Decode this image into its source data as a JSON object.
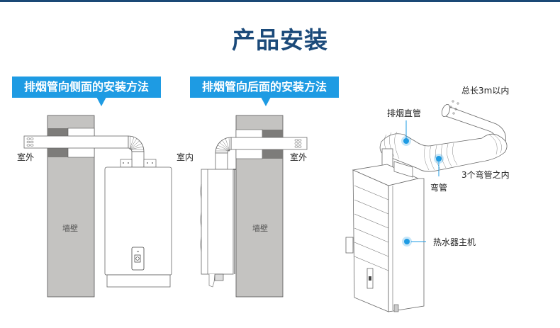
{
  "header": {
    "title": "产品安装"
  },
  "sections": [
    {
      "badge": "排烟管向侧面的安装方法",
      "outside_label": "室外",
      "wall_label": "墙壁"
    },
    {
      "badge": "排烟管向后面的安装方法",
      "inside_label": "室内",
      "outside_label": "室外",
      "wall_label": "墙壁"
    },
    {
      "callouts": {
        "total_length": "总长3m以内",
        "straight_pipe": "排烟直管",
        "elbow": "弯管",
        "elbow_limit": "3个弯管之内",
        "main_unit": "热水器主机"
      }
    }
  ],
  "colors": {
    "accent": "#1e9be3",
    "title": "#1b4a7a",
    "top_bar": "#1a4876",
    "wall": "#c4c3c1",
    "wall_dark": "#7d7c7a"
  }
}
